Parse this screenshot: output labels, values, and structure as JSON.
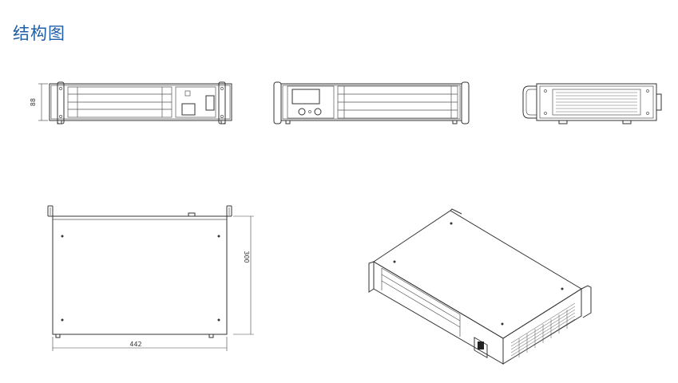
{
  "page": {
    "title": "结构图"
  },
  "dimensions": {
    "height_label": "88",
    "depth_label": "300",
    "width_label": "442"
  },
  "colors": {
    "title": "#1f5fa8",
    "line": "#333333"
  }
}
